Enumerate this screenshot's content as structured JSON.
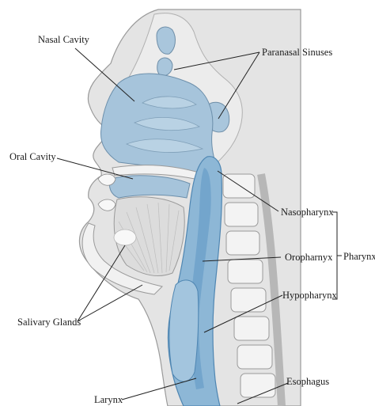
{
  "labels": {
    "nasal_cavity": "Nasal Cavity",
    "paranasal_sinuses": "Paranasal Sinuses",
    "oral_cavity": "Oral Cavity",
    "nasopharynx": "Nasopharynx",
    "oropharynx": "Oropharnyx",
    "pharynx": "Pharynx",
    "hypopharynx": "Hypopharynx",
    "salivary_glands": "Salivary Glands",
    "esophagus": "Esophagus",
    "larynx": "Larynx"
  },
  "colors": {
    "airway_blue": "#8db7d6",
    "airway_blue_dark": "#5e98c4",
    "tissue_gray": "#d9d9d9",
    "bone": "#efefef",
    "line": "#222222"
  }
}
